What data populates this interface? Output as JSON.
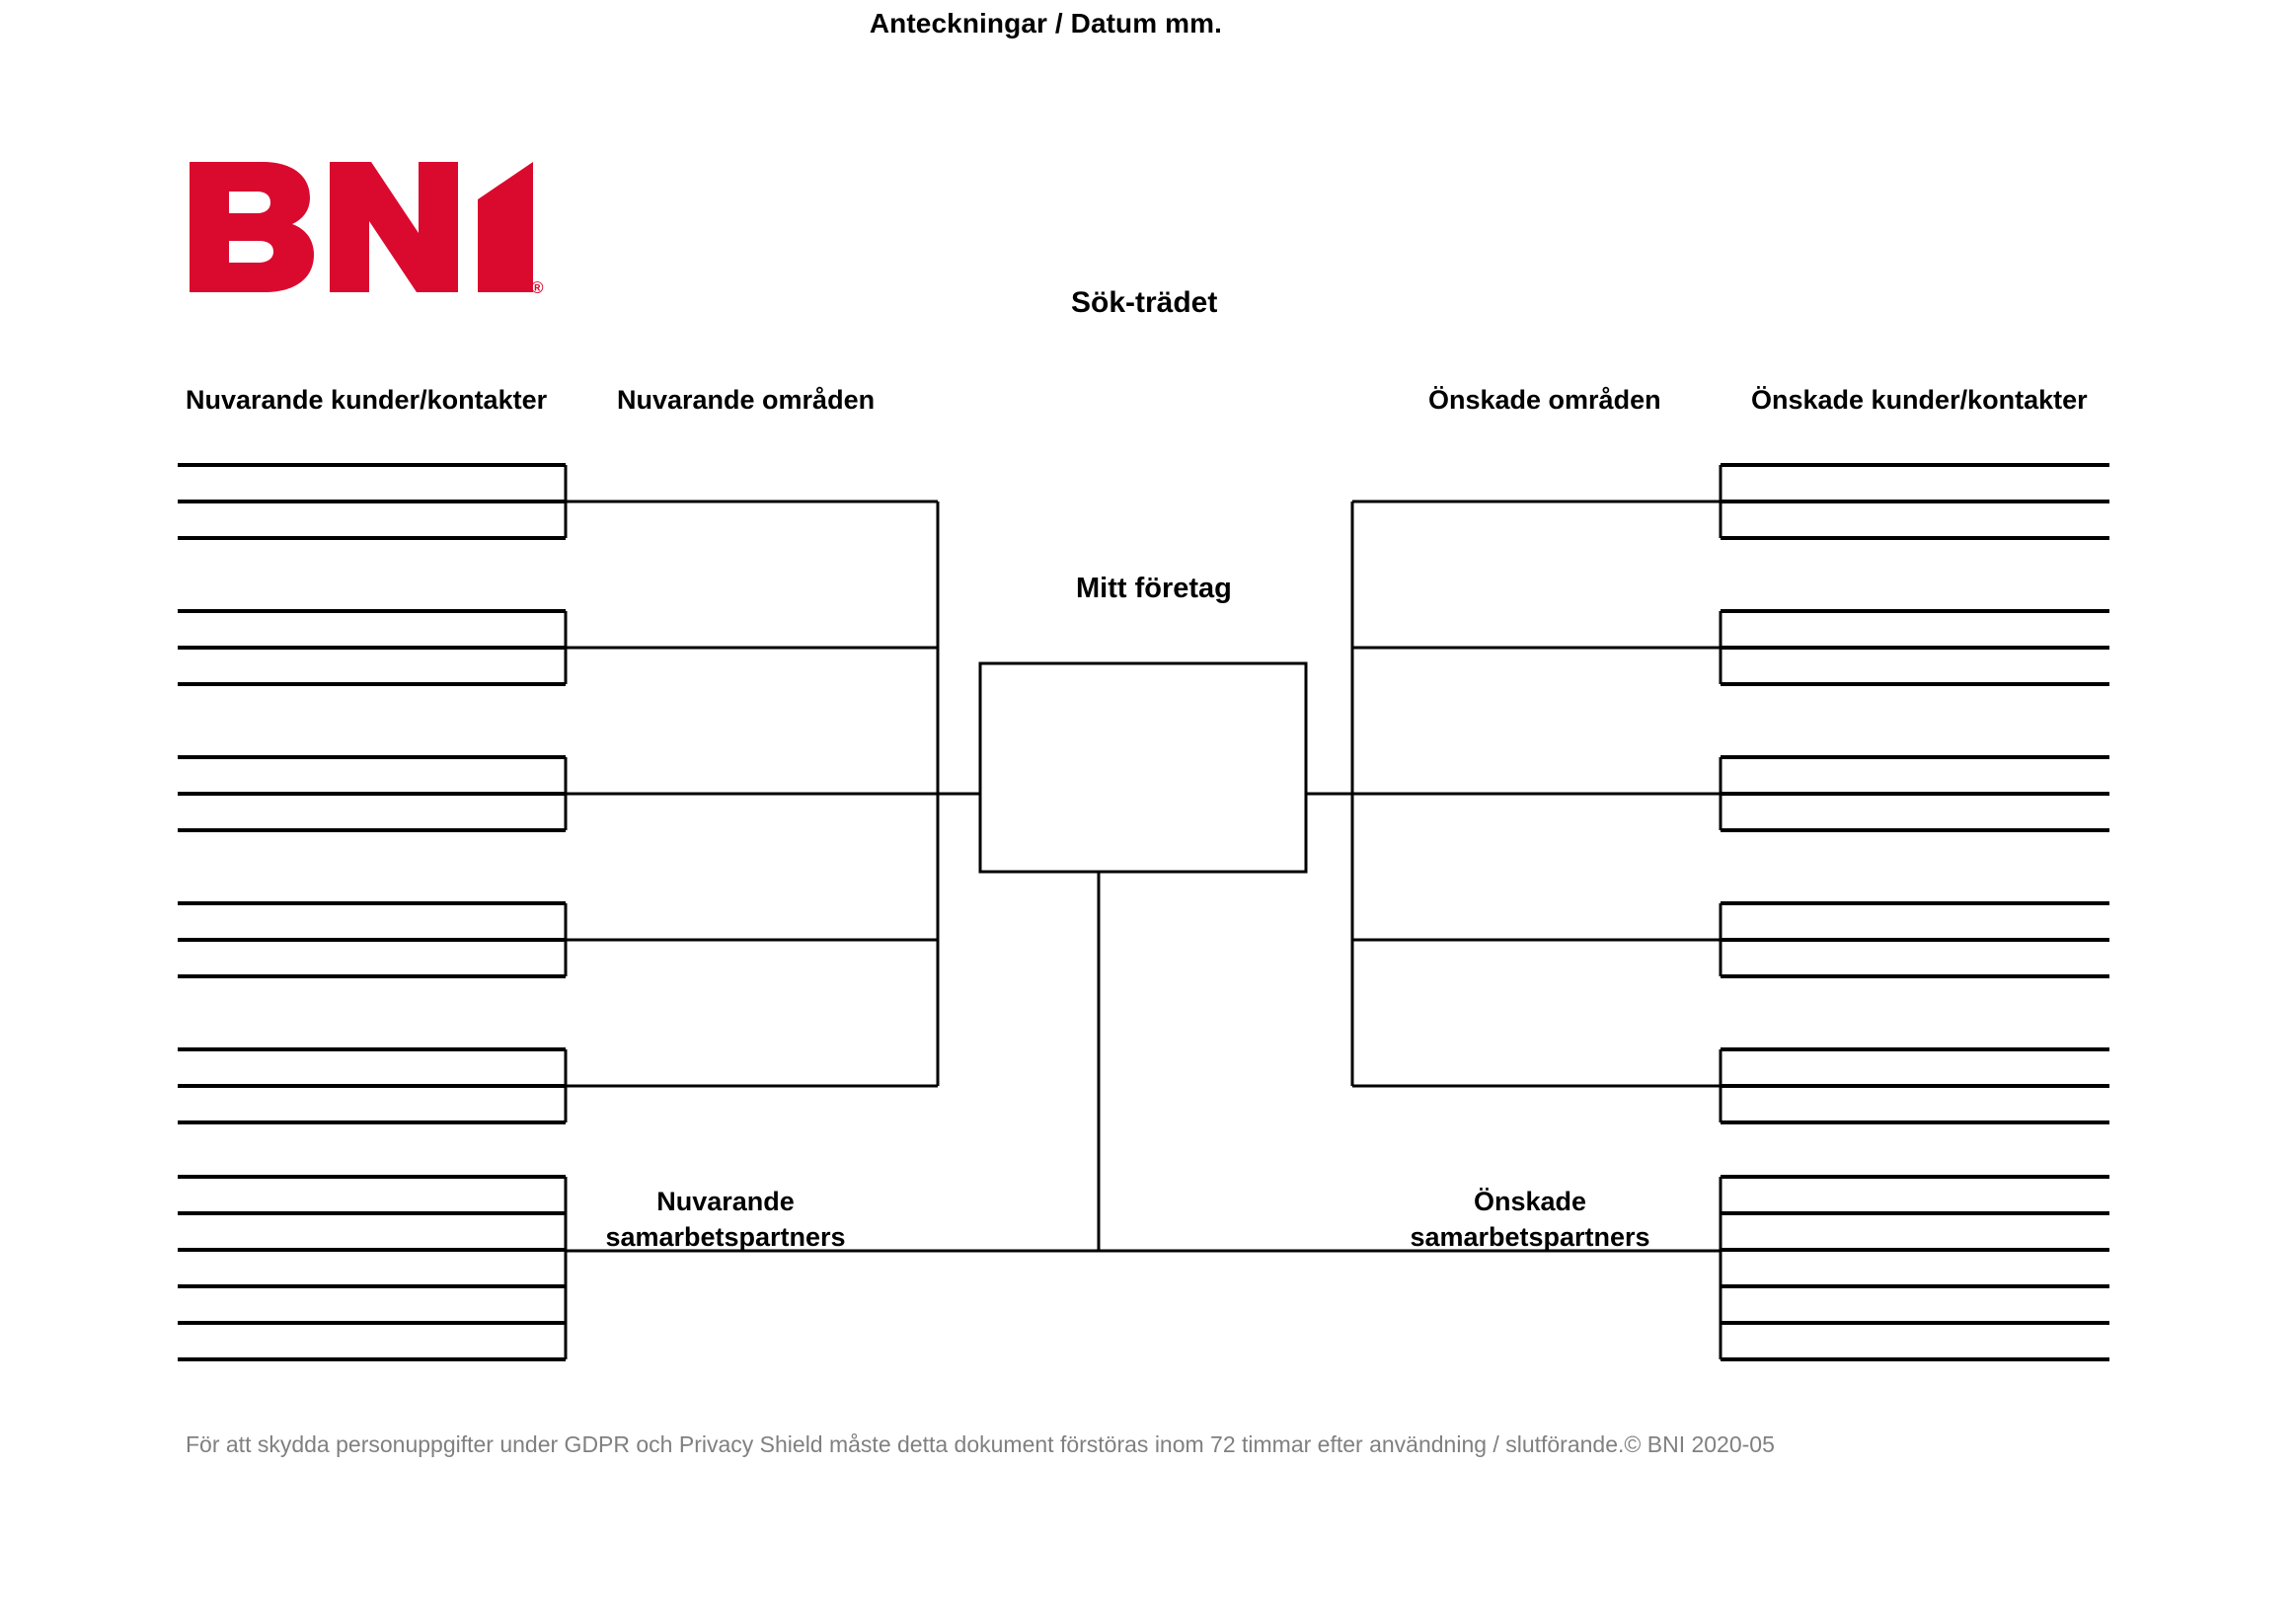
{
  "document": {
    "notes_label": "Anteckningar / Datum mm.",
    "title": "Sök-trädet",
    "center_box_label": "Mitt företag",
    "footer": "För att skydda personuppgifter under GDPR och Privacy Shield måste detta dokument förstöras inom 72 timmar efter användning / slutförande.© BNI 2020-05"
  },
  "brand": {
    "name": "BNI",
    "registered_mark": "®",
    "color": "#DA0A2F"
  },
  "headers": {
    "current_customers": "Nuvarande kunder/kontakter",
    "current_areas": "Nuvarande områden",
    "desired_areas": "Önskade områden",
    "desired_customers": "Önskade kunder/kontakter"
  },
  "partner_labels": {
    "current_partners": "Nuvarande samarbetspartners",
    "desired_partners": "Önskade samarbetspartners"
  },
  "structure": {
    "left_groups": 5,
    "lines_per_group": 3,
    "bottom_left_lines": 6,
    "right_groups": 5,
    "bottom_right_lines": 6,
    "line_color": "#000000",
    "line_width": 3
  }
}
